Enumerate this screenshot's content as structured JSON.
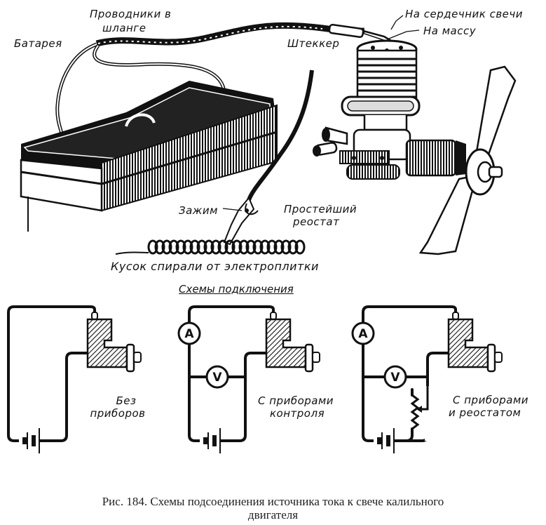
{
  "illustration": {
    "labels": {
      "battery": "Батарея",
      "wires_in_hose_line1": "Проводники в",
      "wires_in_hose_line2": "шланге",
      "to_plug_core": "На сердечник свечи",
      "to_ground": "На массу",
      "plug_connector": "Штеккер",
      "clamp": "Зажим",
      "simple_rheostat_line1": "Простейший",
      "simple_rheostat_line2": "реостат",
      "heater_coil_piece": "Кусок спирали от электроплитки"
    }
  },
  "schemes": {
    "title": "Схемы подключения",
    "items": [
      {
        "label_line1": "Без",
        "label_line2": "приборов",
        "has_ammeter": false,
        "has_voltmeter": false,
        "has_rheostat": false
      },
      {
        "label_line1": "С приборами",
        "label_line2": "контроля",
        "has_ammeter": true,
        "has_voltmeter": true,
        "has_rheostat": false
      },
      {
        "label_line1": "С приборами",
        "label_line2": "и реостатом",
        "has_ammeter": true,
        "has_voltmeter": true,
        "has_rheostat": true
      }
    ],
    "ammeter_symbol": "A",
    "voltmeter_symbol": "V"
  },
  "caption": {
    "line1": "Рис. 184. Схемы подсоединения источника тока к свече калильного",
    "line2": "двигателя"
  }
}
